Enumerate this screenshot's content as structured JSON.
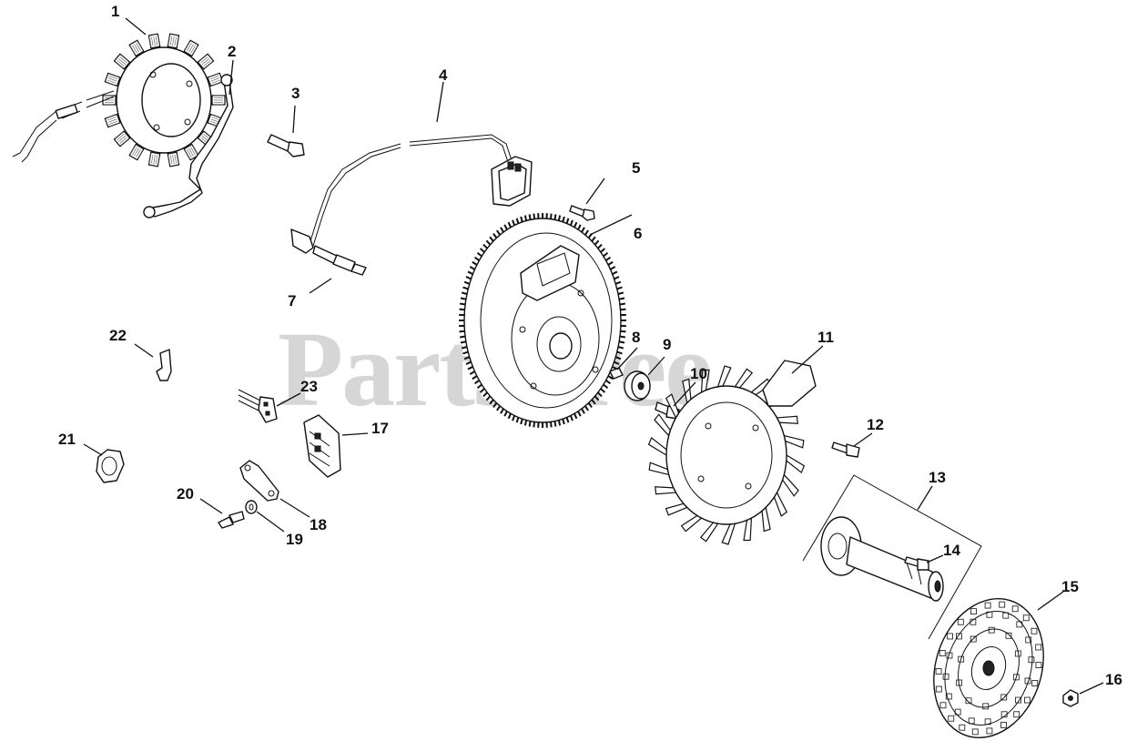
{
  "watermark": "PartsTree",
  "callouts": [
    {
      "id": "1",
      "label": "1"
    },
    {
      "id": "2",
      "label": "2"
    },
    {
      "id": "3",
      "label": "3"
    },
    {
      "id": "4",
      "label": "4"
    },
    {
      "id": "5",
      "label": "5"
    },
    {
      "id": "6",
      "label": "6"
    },
    {
      "id": "7",
      "label": "7"
    },
    {
      "id": "8",
      "label": "8"
    },
    {
      "id": "9",
      "label": "9"
    },
    {
      "id": "10",
      "label": "10"
    },
    {
      "id": "11",
      "label": "11"
    },
    {
      "id": "12",
      "label": "12"
    },
    {
      "id": "13",
      "label": "13"
    },
    {
      "id": "14",
      "label": "14"
    },
    {
      "id": "15",
      "label": "15"
    },
    {
      "id": "16",
      "label": "16"
    },
    {
      "id": "17",
      "label": "17"
    },
    {
      "id": "18",
      "label": "18"
    },
    {
      "id": "19",
      "label": "19"
    },
    {
      "id": "20",
      "label": "20"
    },
    {
      "id": "21",
      "label": "21"
    },
    {
      "id": "22",
      "label": "22"
    },
    {
      "id": "23",
      "label": "23"
    }
  ]
}
